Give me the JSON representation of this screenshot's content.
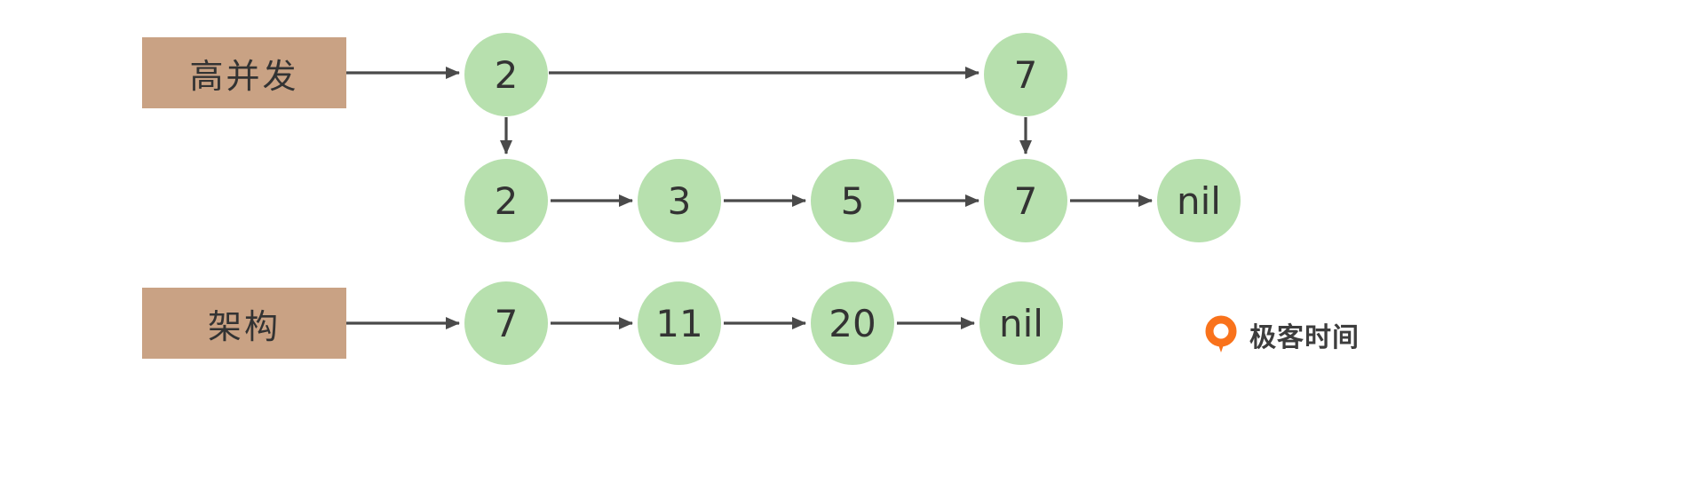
{
  "lists": {
    "top": {
      "label": "高并发",
      "nodes": [
        "2",
        "7"
      ]
    },
    "middle": {
      "nodes": [
        "2",
        "3",
        "5",
        "7",
        "nil"
      ]
    },
    "bottom": {
      "label": "架构",
      "nodes": [
        "7",
        "11",
        "20",
        "nil"
      ]
    }
  },
  "branding": {
    "logo_text": "极客时间",
    "logo_icon": "geektime-logo"
  },
  "colors": {
    "background": "#ffffff",
    "node_fill": "#b7e0ae",
    "label_fill": "#c9a284",
    "arrow": "#4a4a4a",
    "node_text": "#333333",
    "logo_orange": "#f9721b"
  }
}
